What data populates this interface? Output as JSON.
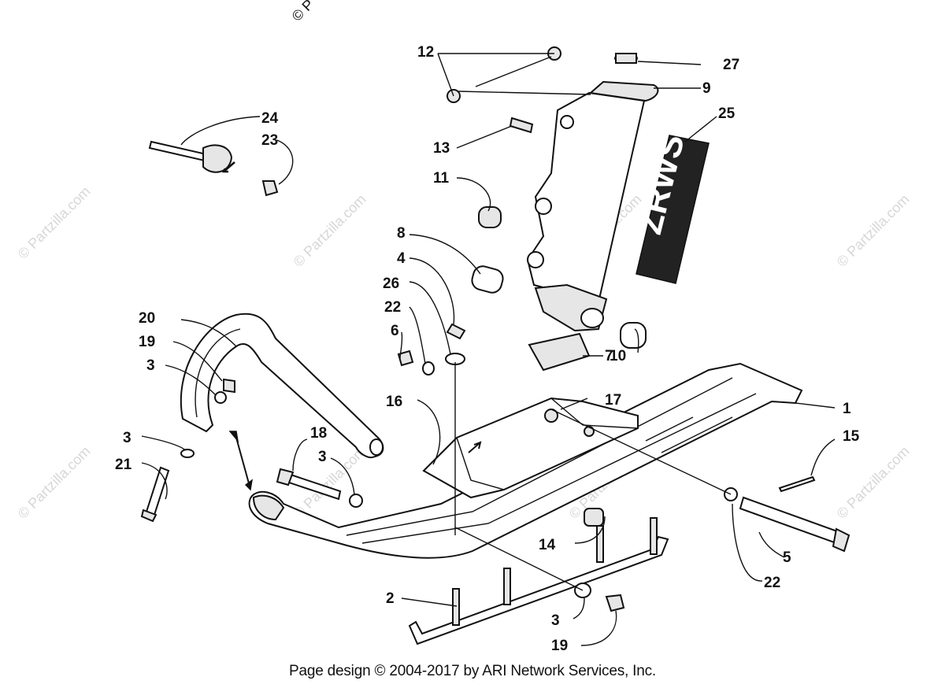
{
  "watermark": {
    "text": "© Partzilla.com",
    "corner_text": "© P"
  },
  "footer": {
    "text": "Page design © 2004-2017 by ARI Network Services, Inc."
  },
  "decal": {
    "text": "ZRWS"
  },
  "callouts": {
    "c1": "1",
    "c2": "2",
    "c3a": "3",
    "c3b": "3",
    "c3c": "3",
    "c3d": "3",
    "c4": "4",
    "c5": "5",
    "c6": "6",
    "c7": "7",
    "c8": "8",
    "c9": "9",
    "c10": "10",
    "c11": "11",
    "c12": "12",
    "c13": "13",
    "c14": "14",
    "c15": "15",
    "c16": "16",
    "c17": "17",
    "c18": "18",
    "c19a": "19",
    "c19b": "19",
    "c20": "20",
    "c21": "21",
    "c22a": "22",
    "c22b": "22",
    "c23": "23",
    "c24": "24",
    "c25": "25",
    "c26": "26",
    "c27": "27"
  }
}
